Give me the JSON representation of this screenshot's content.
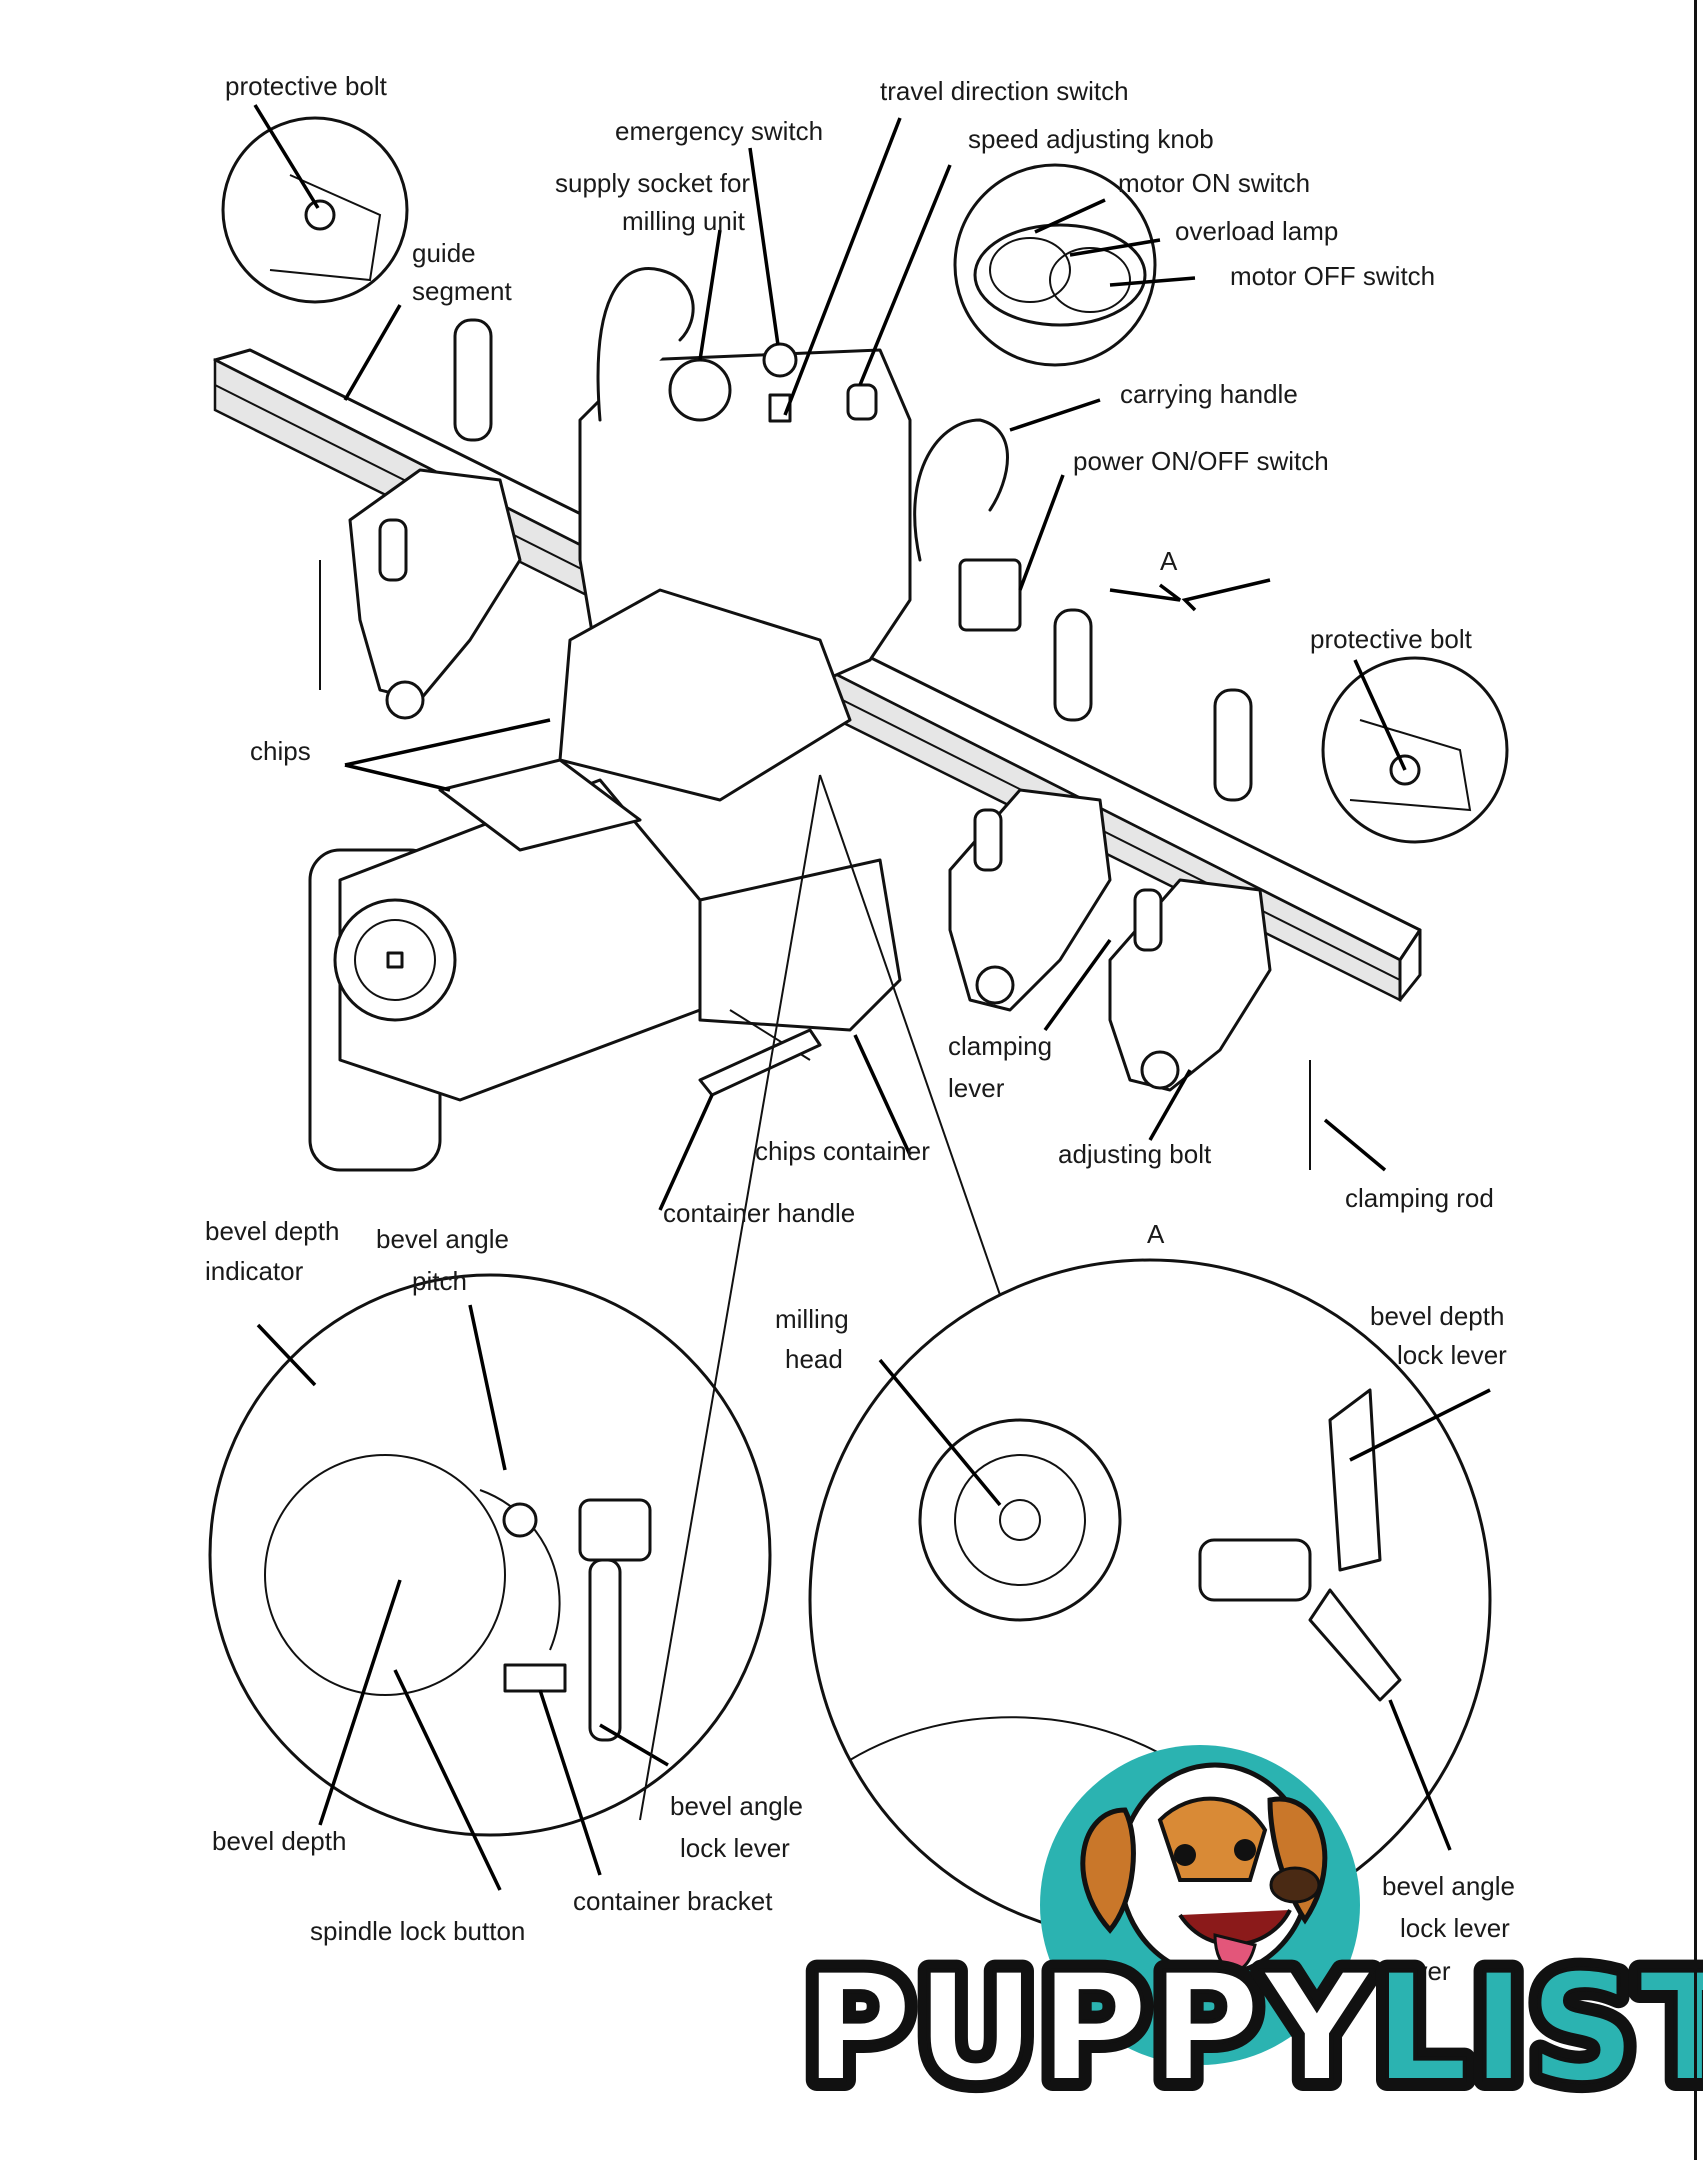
{
  "labels": {
    "protective_bolt_top": "protective bolt",
    "travel_direction_switch": "travel direction switch",
    "emergency_switch": "emergency switch",
    "speed_adjusting_knob": "speed adjusting knob",
    "supply_socket_line1": "supply socket for",
    "supply_socket_line2": "milling unit",
    "motor_on_switch": "motor ON switch",
    "overload_lamp": "overload lamp",
    "motor_off_switch": "motor OFF switch",
    "guide_segment_line1": "guide",
    "guide_segment_line2": "segment",
    "carrying_handle": "carrying handle",
    "power_switch": "power ON/OFF switch",
    "view_marker_top": "A",
    "protective_bolt_right": "protective bolt",
    "chips": "chips",
    "clamping_lever_line1": "clamping",
    "clamping_lever_line2": "lever",
    "chips_container": "chips container",
    "adjusting_bolt": "adjusting bolt",
    "clamping_rod": "clamping rod",
    "container_handle": "container handle",
    "bevel_depth_indicator_line1": "bevel depth",
    "bevel_depth_indicator_line2": "indicator",
    "bevel_angle_pitch_line1": "bevel angle",
    "bevel_angle_pitch_line2": "pitch",
    "view_marker_detail": "A",
    "milling_head_line1": "milling",
    "milling_head_line2": "head",
    "bevel_depth_lock_line1": "bevel depth",
    "bevel_depth_lock_line2": "lock lever",
    "bevel_depth": "bevel depth",
    "bevel_angle_lock_left_line1": "bevel angle",
    "bevel_angle_lock_left_line2": "lock lever",
    "spindle_lock_button": "spindle lock button",
    "container_bracket": "container bracket",
    "bevel_angle_lock_right_line1": "bevel angle",
    "bevel_angle_lock_right_line2": "lock lever",
    "bevel_angle_lock_right_line3": "ever"
  },
  "watermark": {
    "text": "PUPPYLIST",
    "color_dark": "#111111",
    "color_accent": "#2bb3b1",
    "icon": "dog-mascot-icon"
  }
}
